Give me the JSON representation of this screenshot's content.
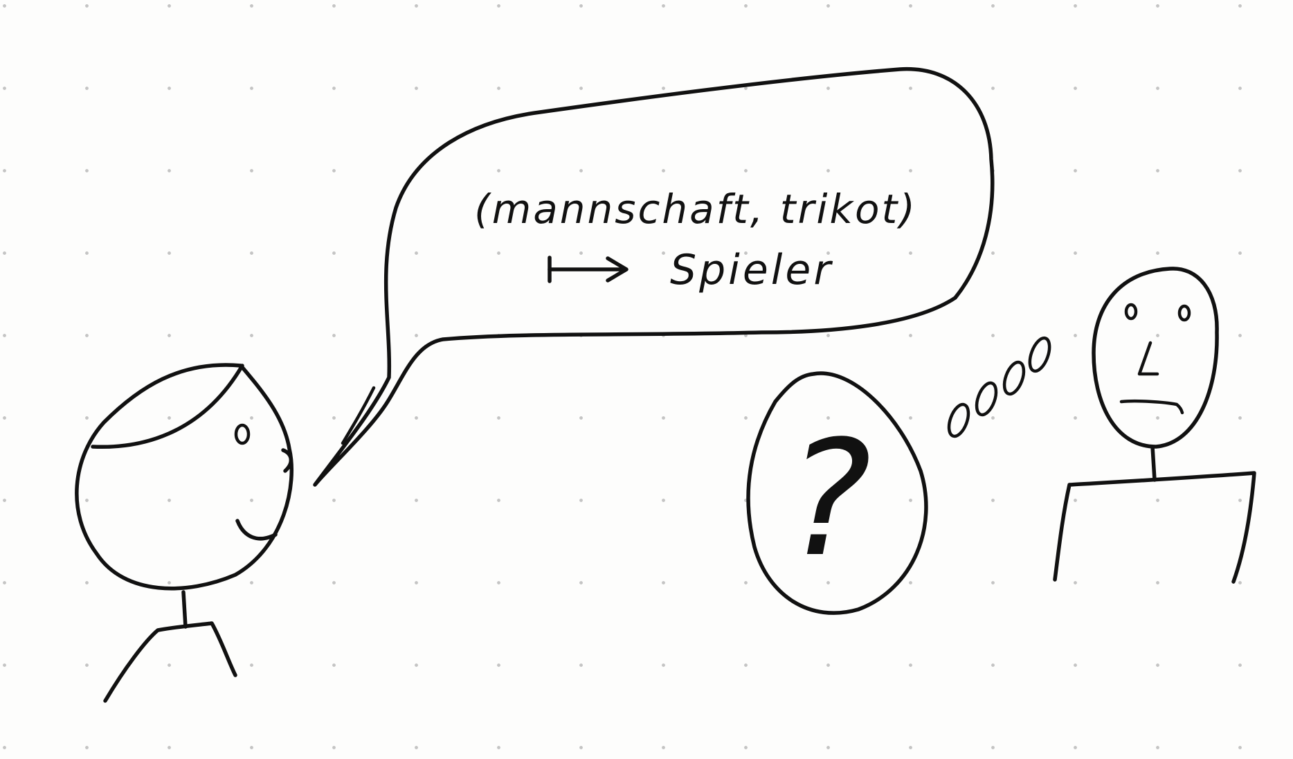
{
  "speech_bubble": {
    "line1": "(mannschaft, trikot)",
    "line2": "Spieler",
    "arrow_symbol": "maps-to-arrow"
  },
  "thought_bubble": {
    "symbol": "?"
  },
  "colors": {
    "ink": "#111111",
    "paper": "#fdfdfc",
    "grid_dots": "#969696"
  }
}
